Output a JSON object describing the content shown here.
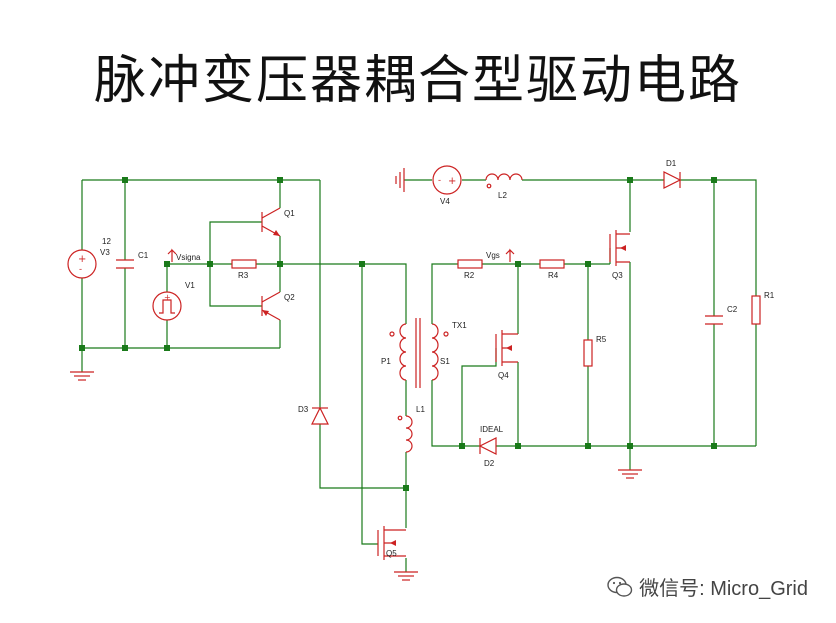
{
  "title": "脉冲变压器耦合型驱动电路",
  "watermark": "微信号: Micro_Grid",
  "components": {
    "v3_value": "12",
    "v3": "V3",
    "c1": "C1",
    "vsignal": "Vsigna",
    "v1": "V1",
    "r3": "R3",
    "q1": "Q1",
    "q2": "Q2",
    "d3": "D3",
    "q5": "Q5",
    "p1": "P1",
    "s1": "S1",
    "tx1": "TX1",
    "l1": "L1",
    "v4": "V4",
    "l2": "L2",
    "r2": "R2",
    "vgs": "Vgs",
    "r4": "R4",
    "q3": "Q3",
    "d1": "D1",
    "q4": "Q4",
    "r5": "R5",
    "c2": "C2",
    "r1": "R1",
    "ideal": "IDEAL",
    "d2": "D2"
  },
  "colors": {
    "wire": "#1a7a1a",
    "component": "#cc2222",
    "node": "#1a7a1a"
  }
}
